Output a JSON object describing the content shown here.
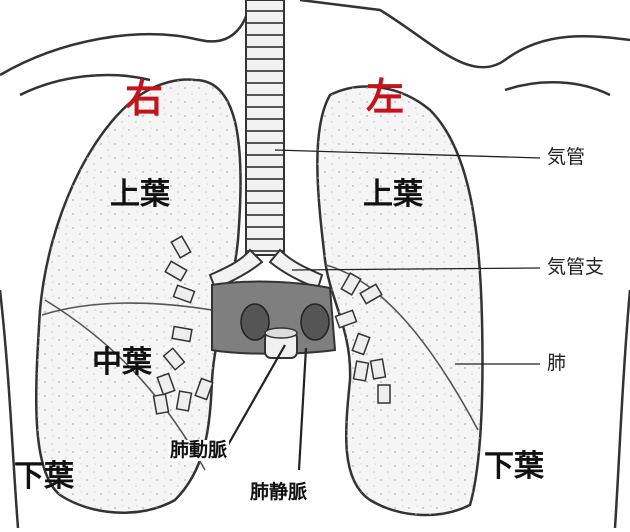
{
  "labels": {
    "right": "右",
    "left": "左",
    "right_upper_lobe": "上葉",
    "left_upper_lobe": "上葉",
    "right_middle_lobe": "中葉",
    "right_lower_lobe": "下葉",
    "left_lower_lobe": "下葉",
    "trachea": "気管",
    "bronchus": "気管支",
    "lung": "肺",
    "pulmonary_artery": "肺動脈",
    "pulmonary_vein": "肺静脈"
  },
  "colors": {
    "side_label": "#c4141b",
    "outline": "#333333",
    "fill": "#f4f4f4",
    "shade": "#8a8a8a"
  }
}
